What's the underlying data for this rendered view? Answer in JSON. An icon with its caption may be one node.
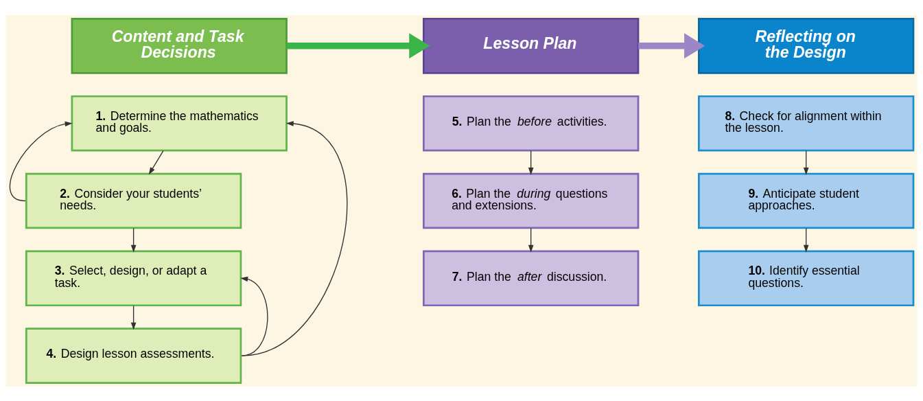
{
  "diagram": {
    "nodes": [
      {
        "text": [
          "Content and Task Decisions"
        ]
      },
      {
        "text": [
          "Lesson Plan"
        ]
      },
      {
        "text": [
          "Reflecting on the Design"
        ]
      },
      {
        "text": [
          "**1.** Determine the mathematics and goals."
        ]
      },
      {
        "text": [
          "**2.** Consider your students’ needs."
        ]
      },
      {
        "text": [
          "**3.** Select, design, or adapt a task."
        ]
      },
      {
        "text": [
          "**4.** Design lesson assessments."
        ]
      },
      {
        "text": [
          "**5.** Plan the *before* activities."
        ]
      },
      {
        "text": [
          "**6.** Plan the *during* questions and extensions."
        ]
      },
      {
        "text": [
          "**7.** Plan the *after* discussion."
        ]
      },
      {
        "text": [
          "**8.** Check for alignment within the lesson."
        ]
      },
      {
        "text": [
          "**9.** Anticipate student approaches."
        ]
      },
      {
        "text": [
          "**10.** Identify essential questions."
        ]
      }
    ],
    "edges": [
      {
        "from": 0,
        "to": 1,
        "arrow": "to",
        "style": "thick",
        "color": "#3bb44a"
      },
      {
        "from": 1,
        "to": 2,
        "arrow": "to",
        "style": "thick",
        "color": "#9d86c6"
      },
      {
        "from": 3,
        "to": 4,
        "arrow": "to"
      },
      {
        "from": 4,
        "to": 3,
        "arrow": "to"
      },
      {
        "from": 4,
        "to": 5,
        "arrow": "to"
      },
      {
        "from": 5,
        "to": 6,
        "arrow": "to"
      },
      {
        "from": 6,
        "to": 5,
        "arrow": "to"
      },
      {
        "from": 6,
        "to": 3,
        "arrow": "to"
      },
      {
        "from": 7,
        "to": 8,
        "arrow": "to"
      },
      {
        "from": 8,
        "to": 9,
        "arrow": "to"
      },
      {
        "from": 10,
        "to": 11,
        "arrow": "to"
      },
      {
        "from": 11,
        "to": 12,
        "arrow": "to"
      }
    ]
  }
}
